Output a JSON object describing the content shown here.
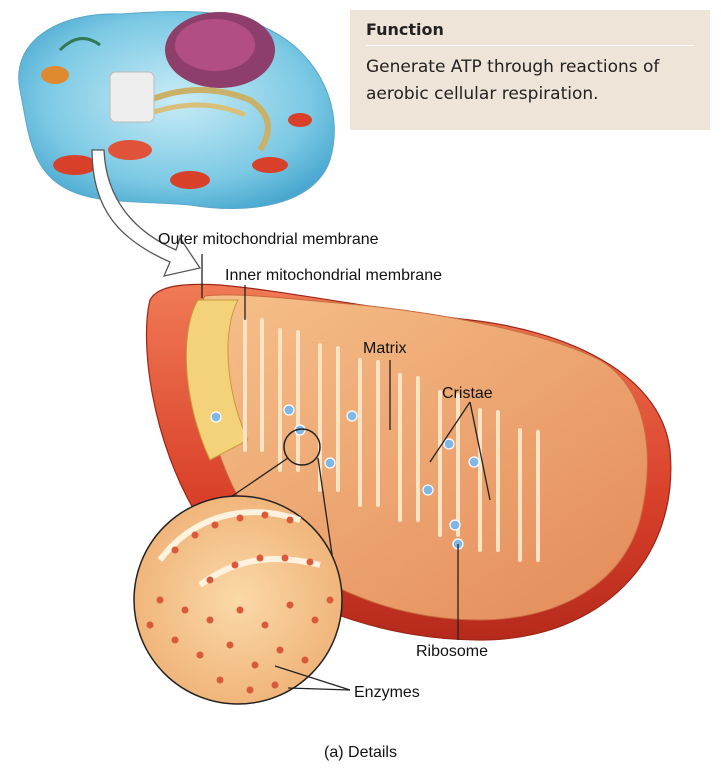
{
  "function_box": {
    "title": "Function",
    "text": "Generate ATP through reactions of aerobic cellular respiration."
  },
  "labels": {
    "outer_membrane": "Outer mitochondrial membrane",
    "inner_membrane": "Inner mitochondrial membrane",
    "matrix": "Matrix",
    "cristae": "Cristae",
    "ribosome": "Ribosome",
    "enzymes": "Enzymes"
  },
  "caption": "(a) Details",
  "colors": {
    "function_bg": "#efe4d8",
    "membrane_red": "#d9402a",
    "inner_orange": "#f0a060",
    "matrix_tan": "#e9a27a",
    "ribosome_blue": "#7fb8e6",
    "enzyme_red": "#d95a3a",
    "cell_blue": "#8fd0e8"
  }
}
